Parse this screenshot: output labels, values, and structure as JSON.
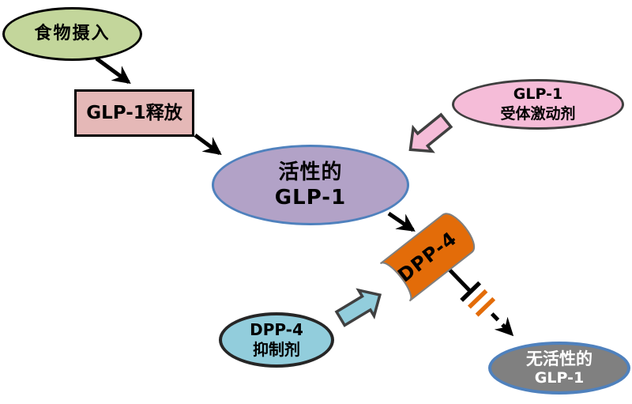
{
  "diagram": {
    "nodes": {
      "food_intake": {
        "label": "食物摄入"
      },
      "glp1_release": {
        "label": "GLP-1释放"
      },
      "active_glp1": {
        "line1": "活性的",
        "line2": "GLP-1"
      },
      "glp1_agonist": {
        "line1": "GLP-1",
        "line2": "受体激动剂"
      },
      "dpp4_enzyme": {
        "label": "DPP-4"
      },
      "dpp4_inhibitor": {
        "line1": "DPP-4",
        "line2": "抑制剂"
      },
      "inactive_glp1": {
        "line1": "无活性的",
        "line2": "GLP-1"
      }
    },
    "colors": {
      "food_intake_fill": "#c3d69b",
      "glp1_release_fill": "#e5b8b7",
      "active_glp1_fill": "#b2a2c7",
      "active_glp1_border": "#4f81bd",
      "glp1_agonist_fill": "#f5bcd8",
      "glp1_agonist_arrow_fill": "#f5bcd8",
      "dpp4_enzyme_fill": "#e36c09",
      "dpp4_inhibitor_fill": "#92cddc",
      "dpp4_inhibitor_arrow_fill": "#92cddc",
      "inactive_glp1_fill": "#808080",
      "inactive_glp1_border": "#4f81bd",
      "inhibition_slash": "#e36c09",
      "arrow": "#000000",
      "block_arrow_border": "#404040"
    }
  }
}
